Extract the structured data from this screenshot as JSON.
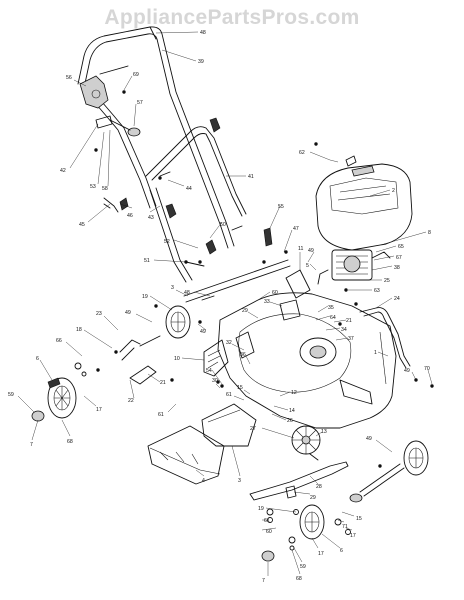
{
  "watermark": "AppliancePartsPros.com",
  "callouts": [
    {
      "id": "c48",
      "label": "48"
    },
    {
      "id": "c39",
      "label": "39"
    },
    {
      "id": "c56",
      "label": "56"
    },
    {
      "id": "c69",
      "label": "69"
    },
    {
      "id": "c57",
      "label": "57"
    },
    {
      "id": "c42",
      "label": "42"
    },
    {
      "id": "c53",
      "label": "53"
    },
    {
      "id": "c58",
      "label": "58"
    },
    {
      "id": "c41",
      "label": "41"
    },
    {
      "id": "c44",
      "label": "44"
    },
    {
      "id": "c62",
      "label": "62"
    },
    {
      "id": "c2",
      "label": "2"
    },
    {
      "id": "c45",
      "label": "45"
    },
    {
      "id": "c46",
      "label": "46"
    },
    {
      "id": "c43",
      "label": "43"
    },
    {
      "id": "c50",
      "label": "50"
    },
    {
      "id": "c55",
      "label": "55"
    },
    {
      "id": "c8",
      "label": "8"
    },
    {
      "id": "c52",
      "label": "52"
    },
    {
      "id": "c47",
      "label": "47"
    },
    {
      "id": "c65",
      "label": "65"
    },
    {
      "id": "c67",
      "label": "67"
    },
    {
      "id": "c51",
      "label": "51"
    },
    {
      "id": "c11",
      "label": "11"
    },
    {
      "id": "c38",
      "label": "38"
    },
    {
      "id": "c49a",
      "label": "49"
    },
    {
      "id": "c5",
      "label": "5"
    },
    {
      "id": "c25",
      "label": "25"
    },
    {
      "id": "c63",
      "label": "63"
    },
    {
      "id": "c48b",
      "label": "48"
    },
    {
      "id": "c3a",
      "label": "3"
    },
    {
      "id": "c60",
      "label": "60"
    },
    {
      "id": "c19",
      "label": "19"
    },
    {
      "id": "c24",
      "label": "24"
    },
    {
      "id": "c33",
      "label": "33"
    },
    {
      "id": "c35",
      "label": "35"
    },
    {
      "id": "c64",
      "label": "64"
    },
    {
      "id": "c23",
      "label": "23"
    },
    {
      "id": "c49b",
      "label": "49"
    },
    {
      "id": "c21a",
      "label": "21"
    },
    {
      "id": "c29",
      "label": "29"
    },
    {
      "id": "c34",
      "label": "34"
    },
    {
      "id": "c18",
      "label": "18"
    },
    {
      "id": "c49c",
      "label": "49"
    },
    {
      "id": "c37",
      "label": "37"
    },
    {
      "id": "c66",
      "label": "66"
    },
    {
      "id": "c32",
      "label": "32"
    },
    {
      "id": "c10",
      "label": "10"
    },
    {
      "id": "c1",
      "label": "1"
    },
    {
      "id": "c6a",
      "label": "6"
    },
    {
      "id": "c36",
      "label": "36"
    },
    {
      "id": "c49d",
      "label": "49"
    },
    {
      "id": "c70",
      "label": "70"
    },
    {
      "id": "c54",
      "label": "54"
    },
    {
      "id": "c21b",
      "label": "21"
    },
    {
      "id": "c30",
      "label": "30"
    },
    {
      "id": "c22",
      "label": "22"
    },
    {
      "id": "c59a",
      "label": "59"
    },
    {
      "id": "c15",
      "label": "15"
    },
    {
      "id": "c12",
      "label": "12"
    },
    {
      "id": "c61a",
      "label": "61"
    },
    {
      "id": "c17a",
      "label": "17"
    },
    {
      "id": "c61b",
      "label": "61"
    },
    {
      "id": "c14",
      "label": "14"
    },
    {
      "id": "c26",
      "label": "26"
    },
    {
      "id": "c7a",
      "label": "7"
    },
    {
      "id": "c68a",
      "label": "68"
    },
    {
      "id": "c27",
      "label": "27"
    },
    {
      "id": "c13",
      "label": "13"
    },
    {
      "id": "c49e",
      "label": "49"
    },
    {
      "id": "c3b",
      "label": "3"
    },
    {
      "id": "c4",
      "label": "4"
    },
    {
      "id": "c28",
      "label": "28"
    },
    {
      "id": "c29b",
      "label": "29"
    },
    {
      "id": "c19b",
      "label": "19"
    },
    {
      "id": "c15b",
      "label": "15"
    },
    {
      "id": "c71",
      "label": "71"
    },
    {
      "id": "c17b",
      "label": "17"
    },
    {
      "id": "c61c",
      "label": "61"
    },
    {
      "id": "c60b",
      "label": "60"
    },
    {
      "id": "c6b",
      "label": "6"
    },
    {
      "id": "c59b",
      "label": "59"
    },
    {
      "id": "c17c",
      "label": "17"
    },
    {
      "id": "c68b",
      "label": "68"
    },
    {
      "id": "c7b",
      "label": "7"
    }
  ]
}
